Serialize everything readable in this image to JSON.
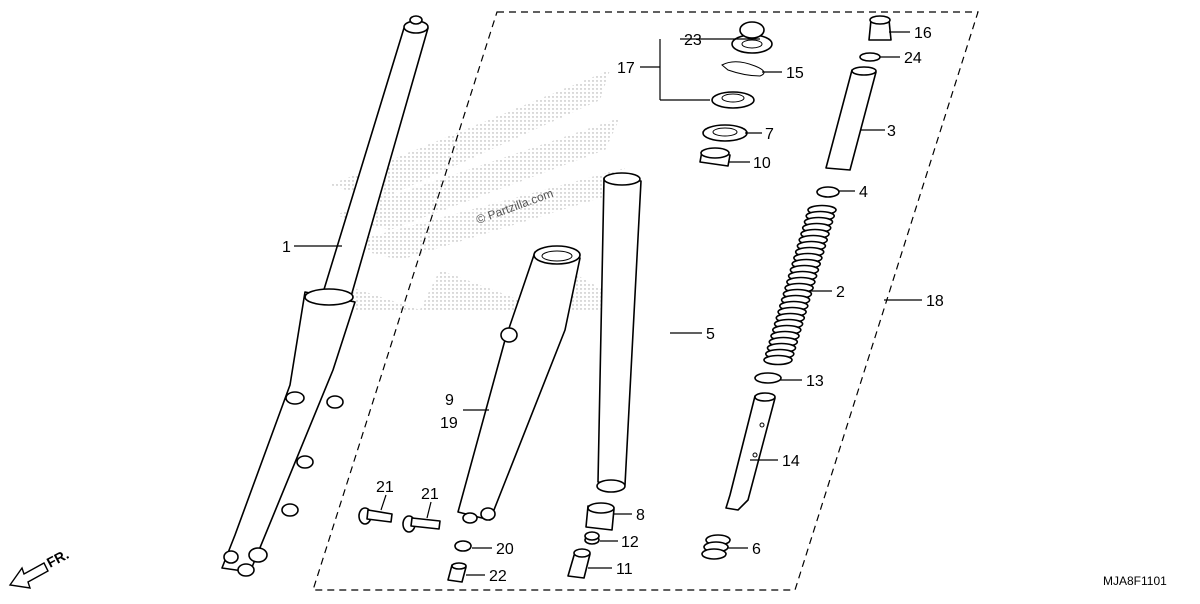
{
  "diagram": {
    "callouts": [
      "1",
      "2",
      "3",
      "4",
      "5",
      "6",
      "7",
      "8",
      "9",
      "19",
      "10",
      "11",
      "12",
      "13",
      "14",
      "15",
      "16",
      "17",
      "18",
      "20",
      "21",
      "21",
      "22",
      "23",
      "24"
    ],
    "watermark": "© Partzilla.com",
    "front_marker": "FR.",
    "diagram_code": "MJA8F1101"
  }
}
